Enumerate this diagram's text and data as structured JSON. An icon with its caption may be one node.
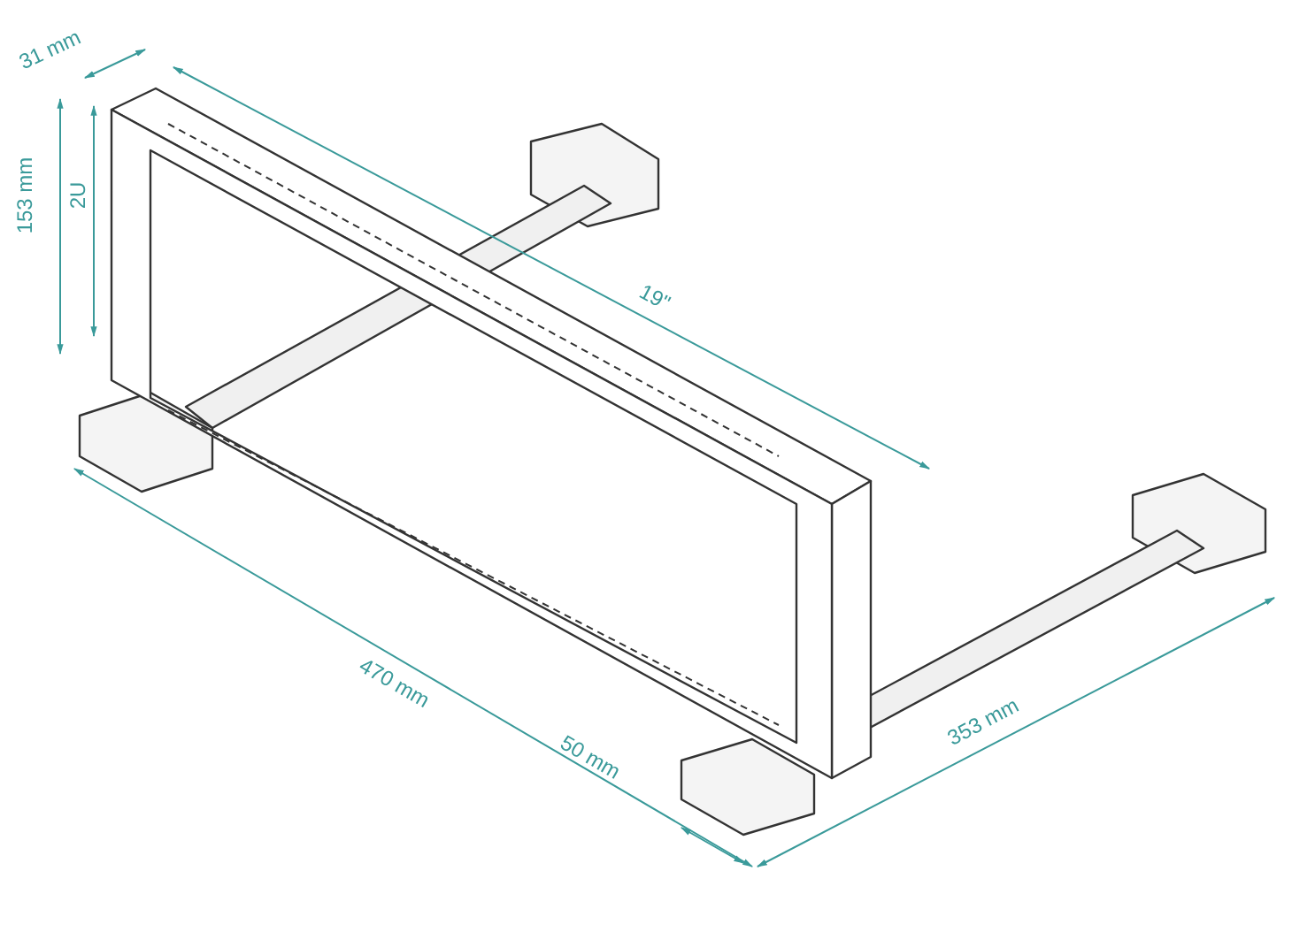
{
  "diagram": {
    "labels": [
      "31 mm",
      "153 mm",
      "2U",
      "19\"",
      "470 mm",
      "50 mm",
      "353 mm"
    ]
  }
}
